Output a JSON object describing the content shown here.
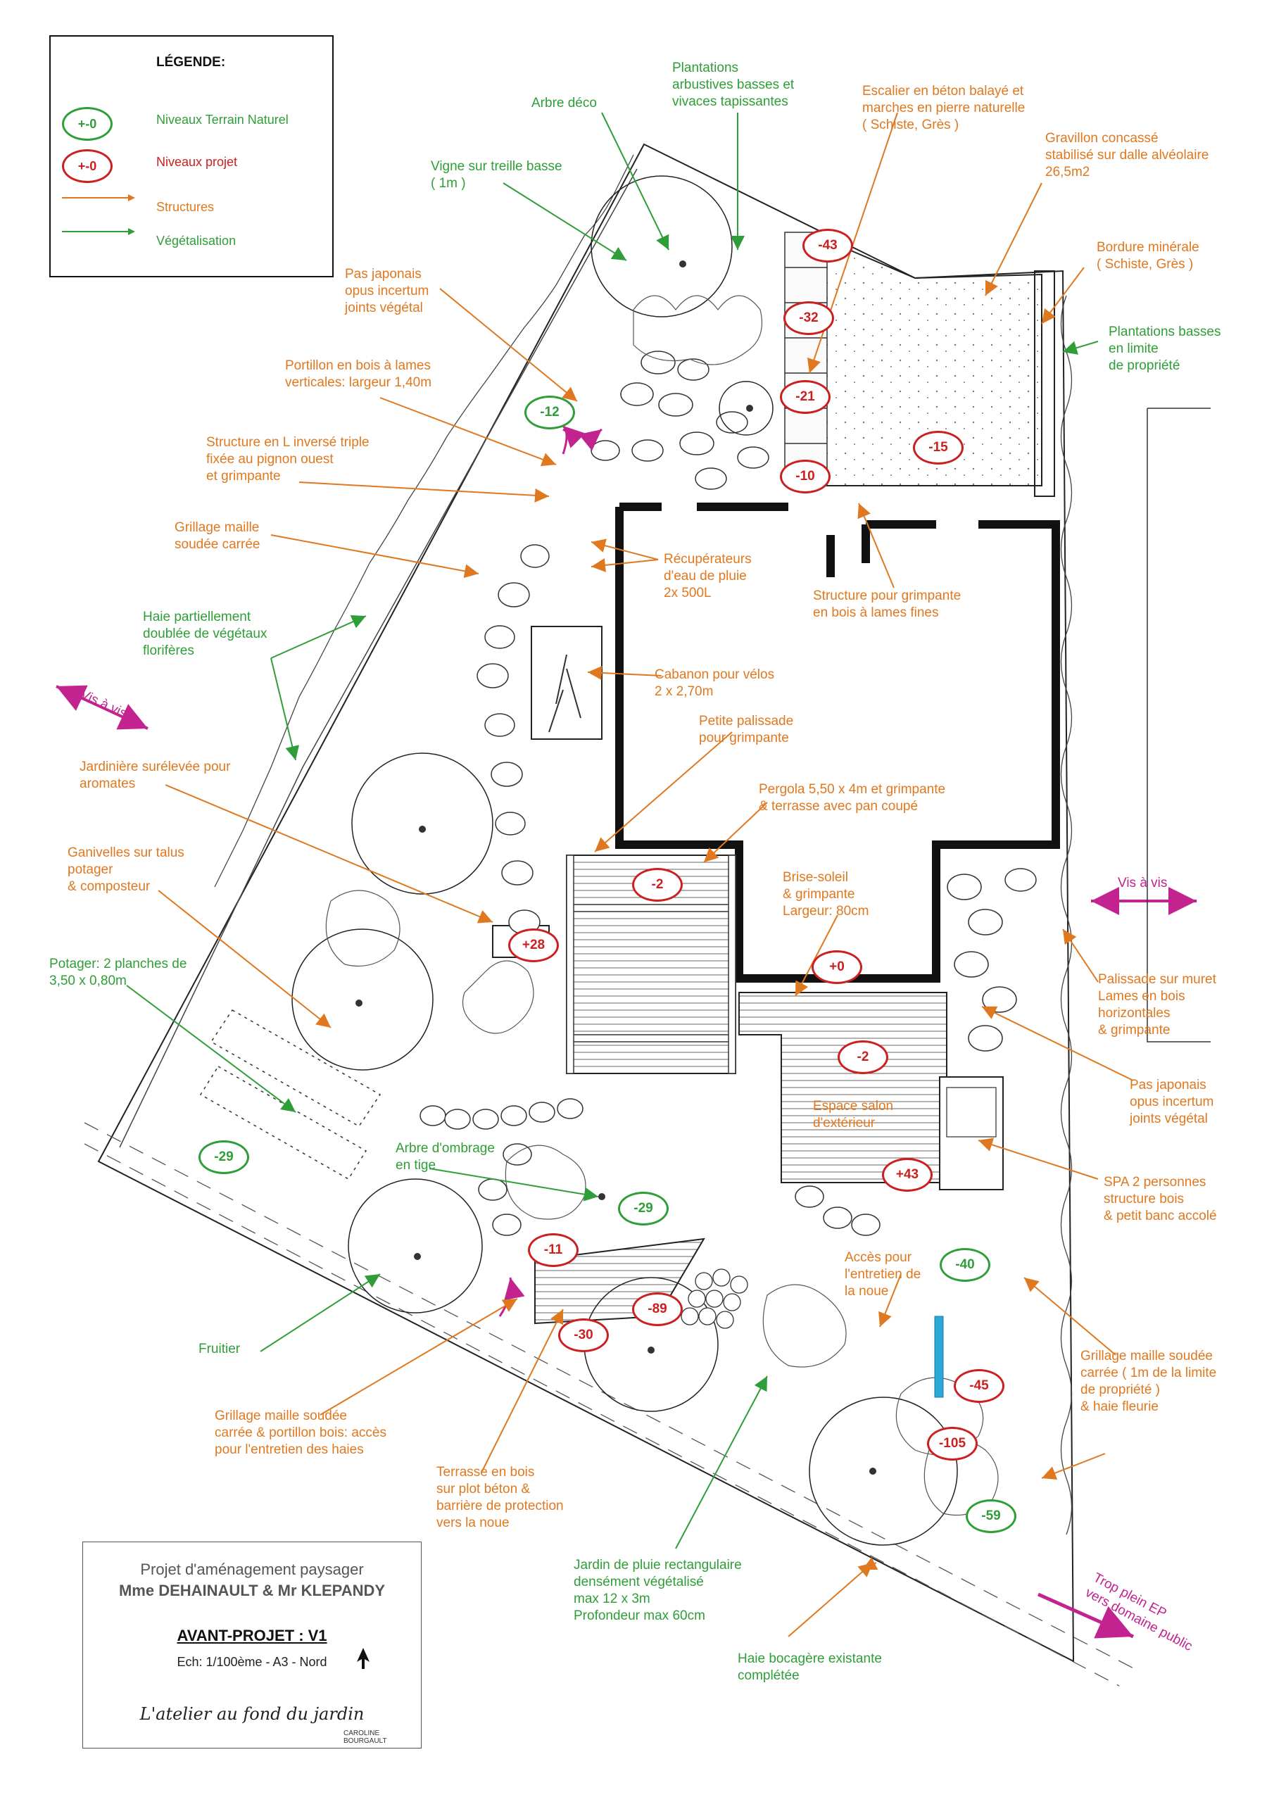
{
  "legend": {
    "title": "LÉGENDE:",
    "tn_symbol": "+-0",
    "tn_label": "Niveaux Terrain Naturel",
    "proj_symbol": "+-0",
    "proj_label": "Niveaux projet",
    "structures_label": "Structures",
    "vegetation_label": "Végétalisation"
  },
  "colors": {
    "structures": "#e0781f",
    "vegetation": "#2f9e38",
    "vis_a_vis": "#c2238f",
    "level_project": "#cc1f1f",
    "level_natural": "#2f9e38",
    "water": "#2aa8d8"
  },
  "labels": {
    "plantations_arbustives": "Plantations\narbustives basses et\nvivaces tapissantes",
    "arbre_deco": "Arbre déco",
    "escalier": "Escalier en béton balayé et\nmarches en pierre naturelle\n( Schiste, Grès )",
    "gravillon": "Gravillon concassé\nstabilisé sur dalle alvéolaire\n26,5m2",
    "vigne": "Vigne sur treille basse\n( 1m )",
    "bordure": "Bordure minérale\n( Schiste, Grès  )",
    "pas_japonais_1": "Pas japonais\nopus incertum\njoints végétal",
    "plantations_basses": "Plantations basses\nen limite\nde propriété",
    "portillon": "Portillon en bois à lames\nverticales: largeur 1,40m",
    "structure_l": "Structure en L inversé triple\nfixée au pignon ouest\net grimpante",
    "grillage_1": "Grillage maille\nsoudée carrée",
    "recuperateurs": "Récupérateurs\nd'eau de pluie\n2x 500L",
    "structure_grimpante": "Structure pour grimpante\nen bois à lames fines",
    "haie_partielle": "Haie partiellement\ndoublée de végétaux\nflorifères",
    "vis_a_vis_left": "Vis à vis",
    "cabanon": "Cabanon pour vélos\n2 x 2,70m",
    "petite_palissade": "Petite palissade\npour grimpante",
    "jardiniere": "Jardinière surélevée pour\naromates",
    "pergola": "Pergola 5,50 x 4m et grimpante\n& terrasse avec pan coupé",
    "ganivelles": "Ganivelles sur talus\npotager\n& composteur",
    "brise_soleil": "Brise-soleil\n& grimpante\nLargeur: 80cm",
    "vis_a_vis_right": "Vis à vis",
    "palissade_muret": "Palissade sur muret\nLames en bois\nhorizontales\n& grimpante",
    "potager": "Potager: 2 planches de\n3,50 x 0,80m",
    "pas_japonais_2": "Pas japonais\nopus incertum\njoints végétal",
    "espace_salon": "Espace salon\nd'extérieur",
    "arbre_ombrage": "Arbre d'ombrage\nen tige",
    "spa": "SPA 2 personnes\nstructure bois\n& petit banc accolé",
    "acces_noue": "Accès pour\nl'entretien de\nla noue",
    "fruitier": "Fruitier",
    "grillage_2": "Grillage maille soudée\ncarrée ( 1m de la limite\nde propriété )\n& haie fleurie",
    "grillage_3": "Grillage maille soudée\ncarrée & portillon bois: accès\npour l'entretien des haies",
    "terrasse_bois": "Terrasse en bois\nsur plot béton &\nbarrière de protection\nvers la noue",
    "jardin_pluie": "Jardin de pluie rectangulaire\ndensément végétalisé\nmax 12 x 3m\nProfondeur max 60cm",
    "haie_bocagere": "Haie bocagère existante\ncomplétée",
    "trop_plein": "Trop plein EP\nvers domaine public"
  },
  "levels_project": [
    "-43",
    "-32",
    "-21",
    "-10",
    "-15",
    "-2",
    "+28",
    "+0",
    "-2",
    "+43",
    "-11",
    "-89",
    "-30",
    "-45",
    "-105"
  ],
  "levels_natural": [
    "-12",
    "-29",
    "-29",
    "-40",
    "-59"
  ],
  "title_block": {
    "project": "Projet d'aménagement paysager",
    "clients": "Mme DEHAINAULT & Mr KLEPANDY",
    "phase": "AVANT-PROJET :  V1",
    "scale": "Ech: 1/100ème  -  A3  -  Nord",
    "signature": "L'atelier au fond du jardin",
    "author": "CAROLINE BOURGAULT"
  }
}
